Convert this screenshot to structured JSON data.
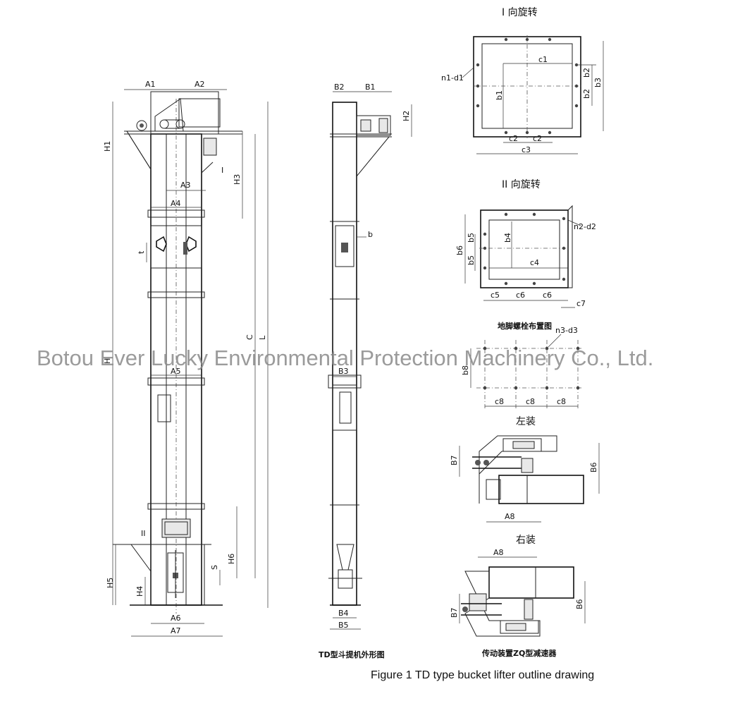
{
  "watermark": "Botou Ever Lucky Environmental Protection Machinery Co., Ltd.",
  "figure_caption": "Figure 1 TD type bucket lifter outline drawing",
  "front_view": {
    "caption": "TD型斗提机外形图",
    "labels": {
      "A1": "A1",
      "A2": "A2",
      "A3": "A3",
      "A4": "A4",
      "A5": "A5",
      "A6": "A6",
      "A7": "A7",
      "H1": "H1",
      "H": "H",
      "H3": "H3",
      "H4": "H4",
      "H5": "H5",
      "H6": "H6",
      "C": "C",
      "L": "L",
      "t": "t",
      "S": "S",
      "I": "I",
      "II": "II"
    }
  },
  "side_view": {
    "labels": {
      "B1": "B1",
      "B2": "B2",
      "B3": "B3",
      "B4": "B4",
      "B5": "B5",
      "H2": "H2",
      "b": "b"
    }
  },
  "detail_I": {
    "title": "I 向旋转",
    "labels": {
      "n1d1": "n1-d1",
      "c1": "c1",
      "b1": "b1",
      "b2a": "b2",
      "b2b": "b2",
      "b3": "b3",
      "c2a": "c2",
      "c2b": "c2",
      "c3": "c3"
    }
  },
  "detail_II": {
    "title": "II 向旋转",
    "labels": {
      "n2d2": "n2-d2",
      "b4": "b4",
      "b5a": "b5",
      "b5b": "b5",
      "b6": "b6",
      "c4": "c4",
      "c5": "c5",
      "c6a": "c6",
      "c6b": "c6",
      "c7": "c7"
    }
  },
  "anchor_bolts": {
    "title": "地脚螺栓布置图",
    "labels": {
      "n3d3": "n3-d3",
      "b8": "b8",
      "c8a": "c8",
      "c8b": "c8",
      "c8c": "c8"
    }
  },
  "left_mount": {
    "title": "左装",
    "labels": {
      "B7": "B7",
      "B6": "B6",
      "A8": "A8"
    }
  },
  "right_mount": {
    "title": "右装",
    "labels": {
      "A8": "A8",
      "B7": "B7",
      "B6": "B6"
    }
  },
  "drive_caption": "传动装置ZQ型减速器"
}
